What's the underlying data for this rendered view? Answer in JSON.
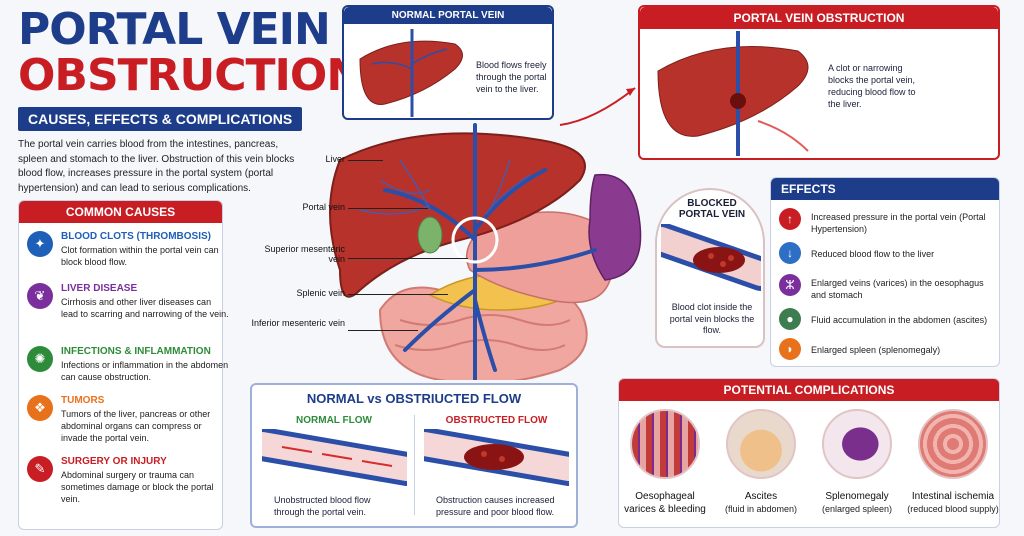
{
  "header": {
    "title_line1": "PORTAL VEIN",
    "title_line2": "OBSTRUCTION",
    "subtitle": "CAUSES, EFFECTS & COMPLICATIONS",
    "intro": "The portal vein carries blood from the intestines, pancreas, spleen and stomach to the liver. Obstruction of this vein blocks blood flow, increases pressure in the portal system (portal hypertension) and can lead to serious complications."
  },
  "causes": {
    "title": "COMMON CAUSES",
    "items": [
      {
        "title": "BLOOD CLOTS (THROMBOSIS)",
        "desc": "Clot formation within the portal vein can block blood flow.",
        "icon": "blood-clot-icon",
        "color": "#1e5fb8"
      },
      {
        "title": "LIVER DISEASE",
        "desc": "Cirrhosis and other liver diseases can lead to scarring and narrowing of the vein.",
        "icon": "liver-icon",
        "color": "#7a2f9c"
      },
      {
        "title": "INFECTIONS & INFLAMMATION",
        "desc": "Infections or inflammation in the abdomen can cause obstruction.",
        "icon": "virus-icon",
        "color": "#2e8b3a"
      },
      {
        "title": "TUMORS",
        "desc": "Tumors of the liver, pancreas or other abdominal organs can compress or invade the portal vein.",
        "icon": "tumor-icon",
        "color": "#e8721c"
      },
      {
        "title": "SURGERY OR INJURY",
        "desc": "Abdominal surgery or trauma can sometimes damage or block the portal vein.",
        "icon": "scalpel-icon",
        "color": "#c91d24"
      }
    ]
  },
  "normal_panel": {
    "title": "NORMAL PORTAL VEIN",
    "text": "Blood flows freely through the portal vein to the liver."
  },
  "obstruction_panel": {
    "title": "PORTAL VEIN OBSTRUCTION",
    "text": "A clot or narrowing blocks the portal vein, reducing blood flow to the liver."
  },
  "anatomy_labels": {
    "liver": "Liver",
    "portal_vein": "Portal vein",
    "superior_mesenteric": "Superior mesenteric vein",
    "splenic": "Splenic vein",
    "inferior_mesenteric": "Inferior mesenteric vein"
  },
  "blocked": {
    "title": "BLOCKED PORTAL VEIN",
    "caption": "Blood clot inside the portal vein blocks the flow."
  },
  "effects": {
    "title": "EFFECTS",
    "items": [
      {
        "text": "Increased pressure in the portal vein (Portal Hypertension)",
        "icon": "arrow-up-icon",
        "color": "#c91d24"
      },
      {
        "text": "Reduced blood flow to the liver",
        "icon": "arrow-down-icon",
        "color": "#2d6fc4"
      },
      {
        "text": "Enlarged veins (varices) in the oesophagus and stomach",
        "icon": "veins-icon",
        "color": "#7a2f9c"
      },
      {
        "text": "Fluid accumulation in the abdomen (ascites)",
        "icon": "droplet-icon",
        "color": "#3e7d4f"
      },
      {
        "text": "Enlarged spleen (splenomegaly)",
        "icon": "spleen-icon",
        "color": "#e8721c"
      }
    ]
  },
  "flow": {
    "title": "NORMAL vs OBSTRIUCTED FLOW",
    "normal_title": "NORMAL FLOW",
    "normal_caption": "Unobstructed blood flow through the portal vein.",
    "obstructed_title": "OBSTRUCTED FLOW",
    "obstructed_caption": "Obstruction causes increased pressure and poor blood flow."
  },
  "complications": {
    "title": "POTENTIAL COMPLICATIONS",
    "items": [
      {
        "name": "Oesophageal varices & bleeding",
        "sub": ""
      },
      {
        "name": "Ascites",
        "sub": "(fluid in abdomen)"
      },
      {
        "name": "Splenomegaly",
        "sub": "(enlarged spleen)"
      },
      {
        "name": "Intestinal ischemia",
        "sub": "(reduced blood supply)"
      }
    ]
  },
  "colors": {
    "navy": "#1d3c8a",
    "red": "#c91d24",
    "liver": "#b8322c",
    "vein": "#2b4fa8"
  }
}
